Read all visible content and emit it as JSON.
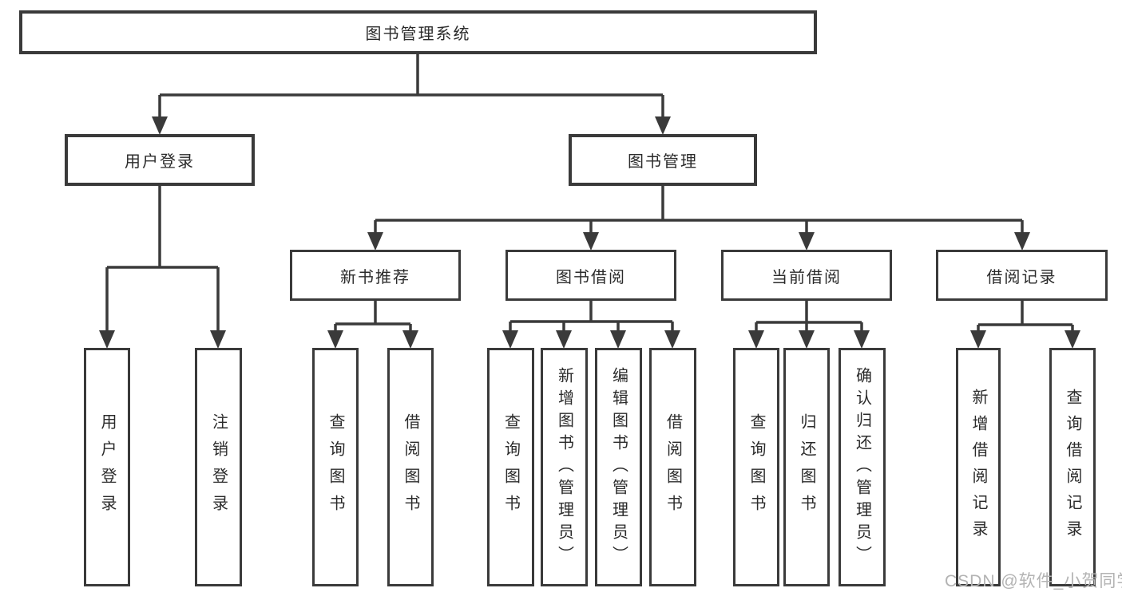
{
  "tree": {
    "label": "图书管理系统",
    "children": [
      {
        "label": "用户登录",
        "children": [
          {
            "label": "用户登录"
          },
          {
            "label": "注销登录"
          }
        ]
      },
      {
        "label": "图书管理",
        "children": [
          {
            "label": "新书推荐",
            "children": [
              {
                "label": "查询图书"
              },
              {
                "label": "借阅图书"
              }
            ]
          },
          {
            "label": "图书借阅",
            "children": [
              {
                "label": "查询图书"
              },
              {
                "label": "新增图书（管理员）"
              },
              {
                "label": "编辑图书（管理员）"
              },
              {
                "label": "借阅图书"
              }
            ]
          },
          {
            "label": "当前借阅",
            "children": [
              {
                "label": "查询图书"
              },
              {
                "label": "归还图书"
              },
              {
                "label": "确认归还（管理员）"
              }
            ]
          },
          {
            "label": "借阅记录",
            "children": [
              {
                "label": "新增借阅记录"
              },
              {
                "label": "查询借阅记录"
              }
            ]
          }
        ]
      }
    ]
  },
  "watermark": {
    "text": "CSDN @软件_小贺同学"
  },
  "colors": {
    "line": "#3a3a3a",
    "text": "#2b2b2b",
    "watermark": "#b3b3b3",
    "background": "#ffffff"
  }
}
